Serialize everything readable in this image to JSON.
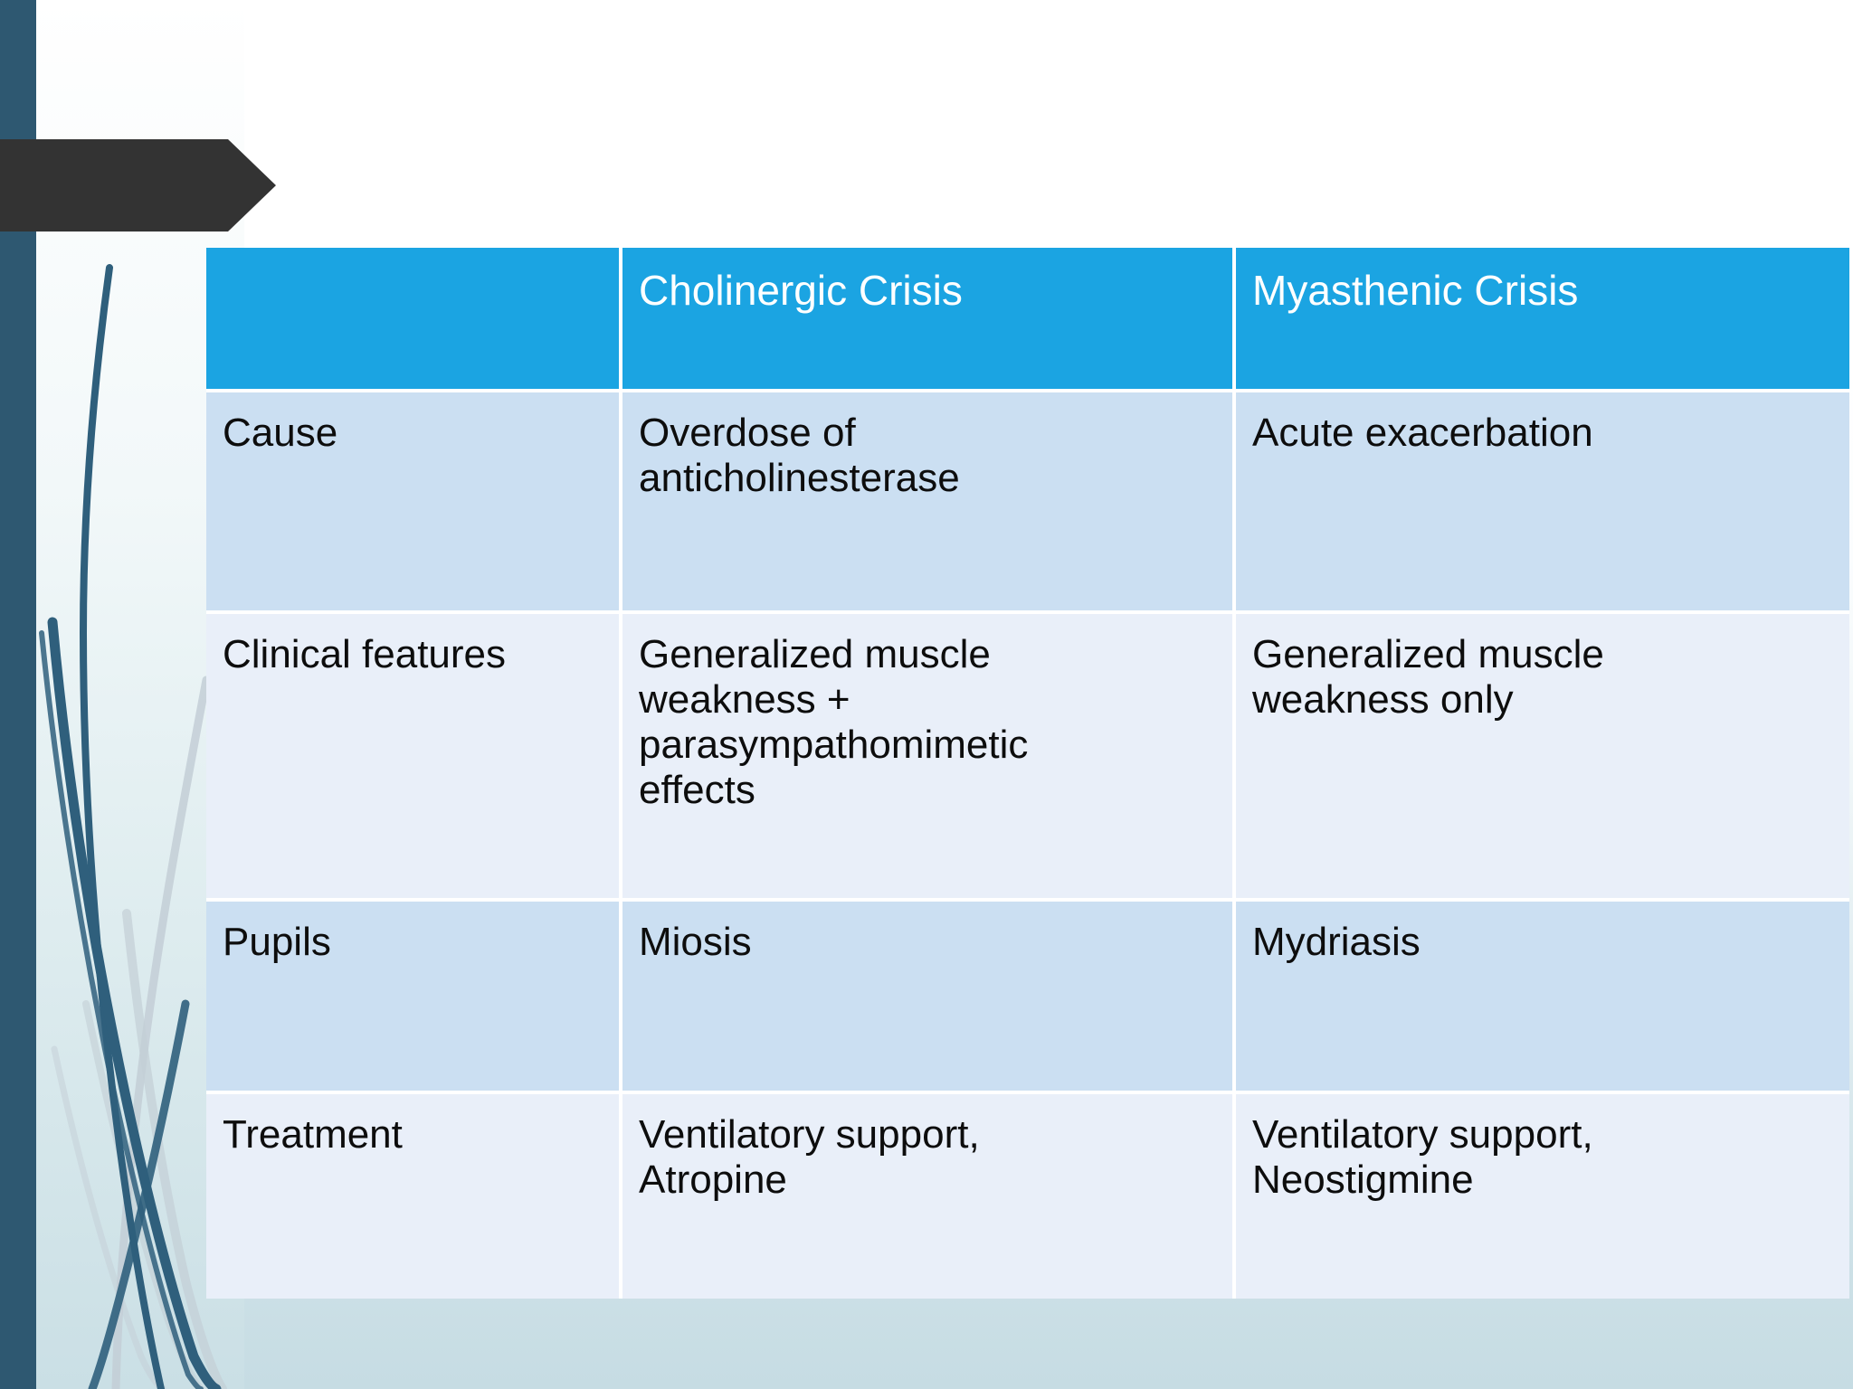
{
  "slide": {
    "background_top_color": "#ffffff",
    "background_bottom_color": "#c6dce3",
    "left_bar_color": "#2e5871",
    "banner_color": "#333333",
    "accent_color": "#1ba4e2"
  },
  "table": {
    "header": {
      "col0": "",
      "col1": "Cholinergic Crisis",
      "col2": "Myasthenic Crisis"
    },
    "rows": [
      {
        "label": "Cause",
        "cholinergic": "Overdose of\nanticholinesterase",
        "myasthenic": "Acute exacerbation"
      },
      {
        "label": "Clinical features",
        "cholinergic": "Generalized muscle\nweakness +\nparasympathomimetic\neffects",
        "myasthenic": "Generalized muscle\nweakness only"
      },
      {
        "label": "Pupils",
        "cholinergic": "Miosis",
        "myasthenic": "Mydriasis"
      },
      {
        "label": "Treatment",
        "cholinergic": "Ventilatory support,\nAtropine",
        "myasthenic": "Ventilatory support,\nNeostigmine"
      }
    ]
  }
}
